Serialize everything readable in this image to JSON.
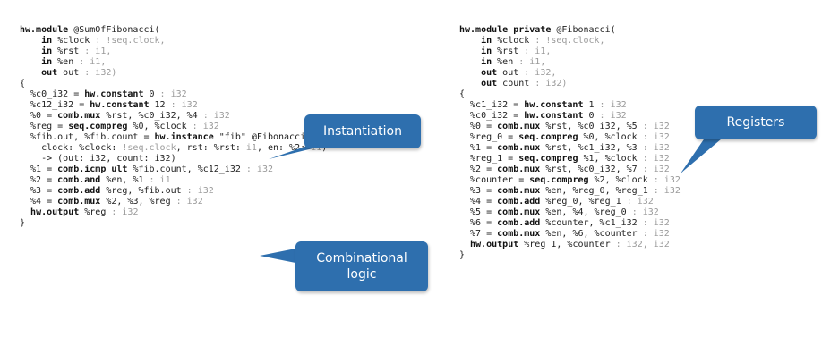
{
  "left_code": {
    "lines": [
      [
        {
          "t": "hw.module",
          "c": "kw"
        },
        {
          "t": " @SumOfFibonacci("
        }
      ],
      [
        {
          "t": "    "
        },
        {
          "t": "in",
          "c": "kw"
        },
        {
          "t": " %clock "
        },
        {
          "t": ": !seq.clock,",
          "c": "ty"
        }
      ],
      [
        {
          "t": "    "
        },
        {
          "t": "in",
          "c": "kw"
        },
        {
          "t": " %rst "
        },
        {
          "t": ": i1,",
          "c": "ty"
        }
      ],
      [
        {
          "t": "    "
        },
        {
          "t": "in",
          "c": "kw"
        },
        {
          "t": " %en "
        },
        {
          "t": ": i1,",
          "c": "ty"
        }
      ],
      [
        {
          "t": "    "
        },
        {
          "t": "out",
          "c": "kw"
        },
        {
          "t": " out "
        },
        {
          "t": ": i32)",
          "c": "ty"
        }
      ],
      [
        {
          "t": "{"
        }
      ],
      [
        {
          "t": "  %c0_i32 = "
        },
        {
          "t": "hw.constant",
          "c": "kw"
        },
        {
          "t": " 0 "
        },
        {
          "t": ": i32",
          "c": "ty"
        }
      ],
      [
        {
          "t": "  %c12_i32 = "
        },
        {
          "t": "hw.constant",
          "c": "kw"
        },
        {
          "t": " 12 "
        },
        {
          "t": ": i32",
          "c": "ty"
        }
      ],
      [
        {
          "t": "  %0 = "
        },
        {
          "t": "comb.mux",
          "c": "kw"
        },
        {
          "t": " %rst, %c0_i32, %4 "
        },
        {
          "t": ": i32",
          "c": "ty"
        }
      ],
      [
        {
          "t": "  %reg = "
        },
        {
          "t": "seq.compreg",
          "c": "kw"
        },
        {
          "t": " %0, %clock "
        },
        {
          "t": ": i32",
          "c": "ty"
        }
      ],
      [
        {
          "t": "  %fib.out, %fib.count = "
        },
        {
          "t": "hw.instance",
          "c": "kw"
        },
        {
          "t": " \"fib\" @Fibonacci("
        }
      ],
      [
        {
          "t": "    clock: %clock: "
        },
        {
          "t": "!seq.clock",
          "c": "ty"
        },
        {
          "t": ", rst: %rst: "
        },
        {
          "t": "i1",
          "c": "ty"
        },
        {
          "t": ", en: %2: "
        },
        {
          "t": "i1",
          "c": "ty"
        },
        {
          "t": ")"
        }
      ],
      [
        {
          "t": "    -> (out: i32, count: i32)"
        }
      ],
      [
        {
          "t": "  %1 = "
        },
        {
          "t": "comb.icmp ult",
          "c": "kw"
        },
        {
          "t": " %fib.count, %c12_i32 "
        },
        {
          "t": ": i32",
          "c": "ty"
        }
      ],
      [
        {
          "t": "  %2 = "
        },
        {
          "t": "comb.and",
          "c": "kw"
        },
        {
          "t": " %en, %1 "
        },
        {
          "t": ": i1",
          "c": "ty"
        }
      ],
      [
        {
          "t": "  %3 = "
        },
        {
          "t": "comb.add",
          "c": "kw"
        },
        {
          "t": " %reg, %fib.out "
        },
        {
          "t": ": i32",
          "c": "ty"
        }
      ],
      [
        {
          "t": "  %4 = "
        },
        {
          "t": "comb.mux",
          "c": "kw"
        },
        {
          "t": " %2, %3, %reg "
        },
        {
          "t": ": i32",
          "c": "ty"
        }
      ],
      [
        {
          "t": "  "
        },
        {
          "t": "hw.output",
          "c": "kw"
        },
        {
          "t": " %reg "
        },
        {
          "t": ": i32",
          "c": "ty"
        }
      ],
      [
        {
          "t": "}"
        }
      ]
    ]
  },
  "right_code": {
    "lines": [
      [
        {
          "t": "hw.module private",
          "c": "kw"
        },
        {
          "t": " @Fibonacci("
        }
      ],
      [
        {
          "t": "    "
        },
        {
          "t": "in",
          "c": "kw"
        },
        {
          "t": " %clock "
        },
        {
          "t": ": !seq.clock,",
          "c": "ty"
        }
      ],
      [
        {
          "t": "    "
        },
        {
          "t": "in",
          "c": "kw"
        },
        {
          "t": " %rst "
        },
        {
          "t": ": i1,",
          "c": "ty"
        }
      ],
      [
        {
          "t": "    "
        },
        {
          "t": "in",
          "c": "kw"
        },
        {
          "t": " %en "
        },
        {
          "t": ": i1,",
          "c": "ty"
        }
      ],
      [
        {
          "t": "    "
        },
        {
          "t": "out",
          "c": "kw"
        },
        {
          "t": " out "
        },
        {
          "t": ": i32,",
          "c": "ty"
        }
      ],
      [
        {
          "t": "    "
        },
        {
          "t": "out",
          "c": "kw"
        },
        {
          "t": " count "
        },
        {
          "t": ": i32)",
          "c": "ty"
        }
      ],
      [
        {
          "t": "{"
        }
      ],
      [
        {
          "t": "  %c1_i32 = "
        },
        {
          "t": "hw.constant",
          "c": "kw"
        },
        {
          "t": " 1 "
        },
        {
          "t": ": i32",
          "c": "ty"
        }
      ],
      [
        {
          "t": "  %c0_i32 = "
        },
        {
          "t": "hw.constant",
          "c": "kw"
        },
        {
          "t": " 0 "
        },
        {
          "t": ": i32",
          "c": "ty"
        }
      ],
      [
        {
          "t": "  %0 = "
        },
        {
          "t": "comb.mux",
          "c": "kw"
        },
        {
          "t": " %rst, %c0_i32, %5 "
        },
        {
          "t": ": i32",
          "c": "ty"
        }
      ],
      [
        {
          "t": "  %reg_0 = "
        },
        {
          "t": "seq.compreg",
          "c": "kw"
        },
        {
          "t": " %0, %clock "
        },
        {
          "t": ": i32",
          "c": "ty"
        }
      ],
      [
        {
          "t": "  %1 = "
        },
        {
          "t": "comb.mux",
          "c": "kw"
        },
        {
          "t": " %rst, %c1_i32, %3 "
        },
        {
          "t": ": i32",
          "c": "ty"
        }
      ],
      [
        {
          "t": "  %reg_1 = "
        },
        {
          "t": "seq.compreg",
          "c": "kw"
        },
        {
          "t": " %1, %clock "
        },
        {
          "t": ": i32",
          "c": "ty"
        }
      ],
      [
        {
          "t": "  %2 = "
        },
        {
          "t": "comb.mux",
          "c": "kw"
        },
        {
          "t": " %rst, %c0_i32, %7 "
        },
        {
          "t": ": i32",
          "c": "ty"
        }
      ],
      [
        {
          "t": "  %counter = "
        },
        {
          "t": "seq.compreg",
          "c": "kw"
        },
        {
          "t": " %2, %clock "
        },
        {
          "t": ": i32",
          "c": "ty"
        }
      ],
      [
        {
          "t": "  %3 = "
        },
        {
          "t": "comb.mux",
          "c": "kw"
        },
        {
          "t": " %en, %reg_0, %reg_1 "
        },
        {
          "t": ": i32",
          "c": "ty"
        }
      ],
      [
        {
          "t": "  %4 = "
        },
        {
          "t": "comb.add",
          "c": "kw"
        },
        {
          "t": " %reg_0, %reg_1 "
        },
        {
          "t": ": i32",
          "c": "ty"
        }
      ],
      [
        {
          "t": "  %5 = "
        },
        {
          "t": "comb.mux",
          "c": "kw"
        },
        {
          "t": " %en, %4, %reg_0 "
        },
        {
          "t": ": i32",
          "c": "ty"
        }
      ],
      [
        {
          "t": "  %6 = "
        },
        {
          "t": "comb.add",
          "c": "kw"
        },
        {
          "t": " %counter, %c1_i32 "
        },
        {
          "t": ": i32",
          "c": "ty"
        }
      ],
      [
        {
          "t": "  %7 = "
        },
        {
          "t": "comb.mux",
          "c": "kw"
        },
        {
          "t": " %en, %6, %counter "
        },
        {
          "t": ": i32",
          "c": "ty"
        }
      ],
      [
        {
          "t": "  "
        },
        {
          "t": "hw.output",
          "c": "kw"
        },
        {
          "t": " %reg_1, %counter "
        },
        {
          "t": ": i32, i32",
          "c": "ty"
        }
      ],
      [
        {
          "t": "}"
        }
      ]
    ]
  },
  "callouts": {
    "instantiation": "Instantiation",
    "combinational_line1": "Combinational",
    "combinational_line2": "logic",
    "registers": "Registers"
  },
  "colors": {
    "callout_fill": "#2e6fae",
    "type_annotation": "#9a9a9a",
    "keyword": "#111111"
  }
}
